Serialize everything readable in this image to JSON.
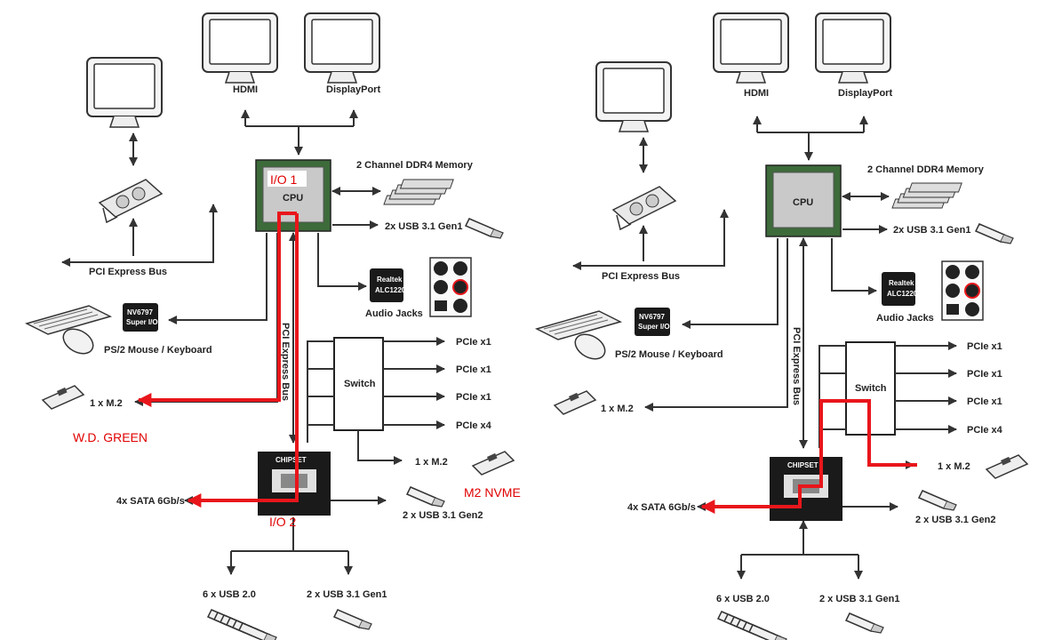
{
  "colors": {
    "line": "#333333",
    "highlight": "#e8161b",
    "chipset": "#1a1a1a",
    "cpu_pcb": "#3d6b3a"
  },
  "left": {
    "cpu": "CPU",
    "hdmi": "HDMI",
    "displayport": "DisplayPort",
    "memory": "2 Channel DDR4 Memory",
    "usb31_cpu": "2x USB 3.1 Gen1",
    "pci_express_bus_h": "PCI Express Bus",
    "pci_express_bus_v": "PCI Express Bus",
    "realtek_1": "Realtek",
    "realtek_2": "ALC1220",
    "audio_jacks": "Audio Jacks",
    "superio_1": "NV6797",
    "superio_2": "Super I/O",
    "ps2": "PS/2 Mouse / Keyboard",
    "m2_cpu": "1 x M.2",
    "switch": "Switch",
    "pcie_1": "PCIe x1",
    "pcie_2": "PCIe x1",
    "pcie_3": "PCIe x1",
    "pcie_4": "PCIe x4",
    "m2_switch": "1 x M.2",
    "chipset": "CHIPSET",
    "sata": "4x SATA 6Gb/s",
    "usb31_gen2": "2 x USB 3.1 Gen2",
    "usb20": "6 x USB 2.0",
    "usb31_chip": "2 x USB 3.1 Gen1",
    "annot_io1": "I/O 1",
    "annot_io2": "I/O 2",
    "annot_wd": "W.D. GREEN",
    "annot_nvme": "M2 NVME"
  },
  "right": {
    "cpu": "CPU",
    "hdmi": "HDMI",
    "displayport": "DisplayPort",
    "memory": "2 Channel DDR4 Memory",
    "usb31_cpu": "2x USB 3.1 Gen1",
    "pci_express_bus_h": "PCI Express Bus",
    "pci_express_bus_v": "PCI Express Bus",
    "realtek_1": "Realtek",
    "realtek_2": "ALC1220",
    "audio_jacks": "Audio Jacks",
    "superio_1": "NV6797",
    "superio_2": "Super I/O",
    "ps2": "PS/2 Mouse / Keyboard",
    "m2_cpu": "1 x M.2",
    "switch": "Switch",
    "pcie_1": "PCIe x1",
    "pcie_2": "PCIe x1",
    "pcie_3": "PCIe x1",
    "pcie_4": "PCIe x4",
    "m2_switch": "1 x M.2",
    "chipset": "CHIPSET",
    "sata": "4x SATA 6Gb/s",
    "usb31_gen2": "2 x USB 3.1 Gen2",
    "usb20": "6 x USB 2.0",
    "usb31_chip": "2 x USB 3.1 Gen1"
  }
}
